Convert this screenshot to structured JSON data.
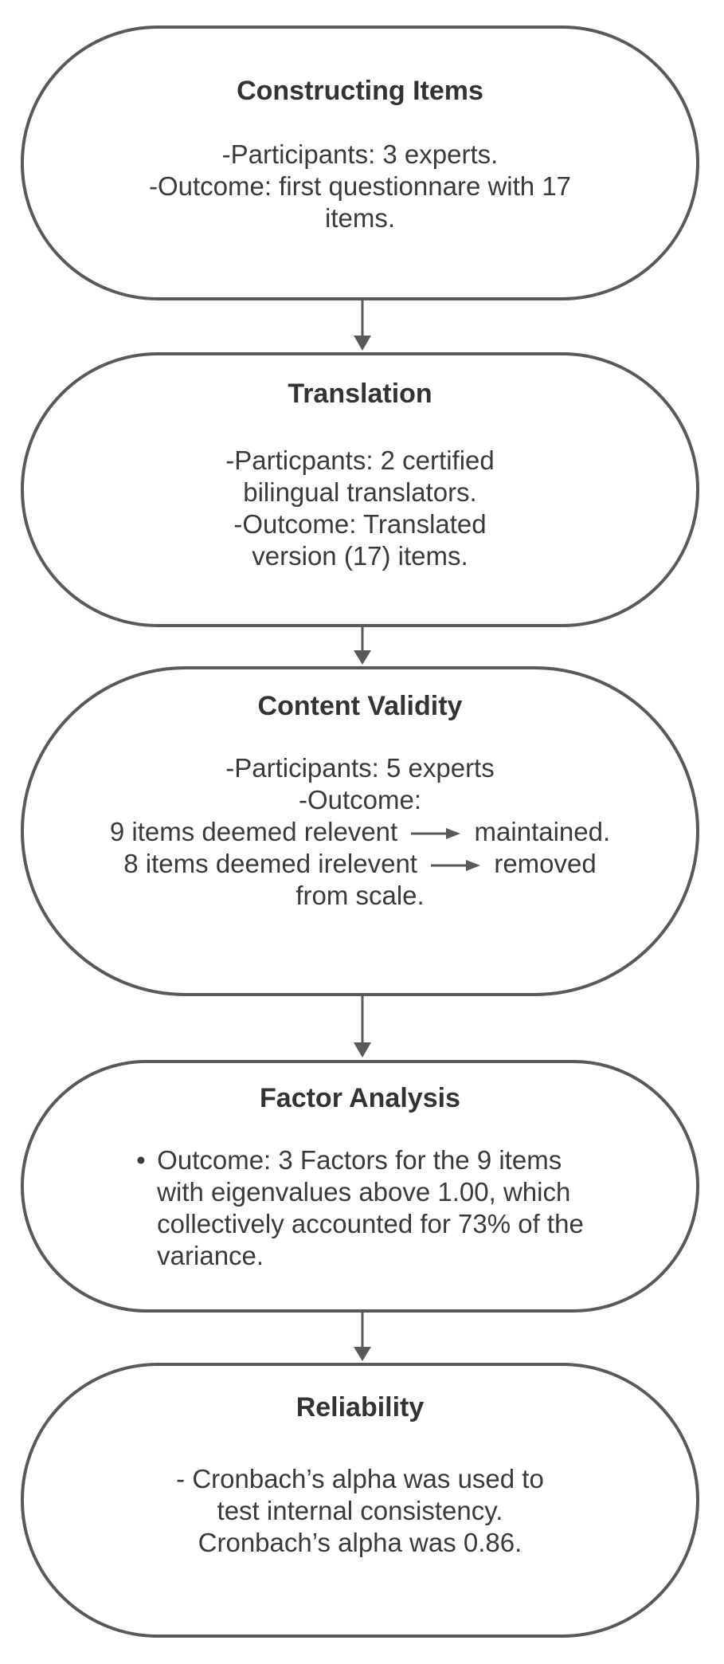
{
  "steps": [
    {
      "title": "Constructing Items",
      "lines": [
        "-Participants: 3 experts.",
        "-Outcome: first questionnare with 17",
        "items."
      ]
    },
    {
      "title": "Translation",
      "lines": [
        "-Particpants: 2 certified",
        "bilingual translators.",
        "-Outcome: Translated",
        "version (17) items."
      ]
    },
    {
      "title": "Content Validity",
      "lines": [
        "-Participants: 5 experts",
        "-Outcome:"
      ],
      "relevant_left": "9 items deemed relevent",
      "relevant_right": "maintained.",
      "irrelevant_left": "8 items deemed irelevent",
      "irrelevant_right": "removed",
      "tail": "from scale."
    },
    {
      "title": "Factor Analysis",
      "bullet_lines": [
        "Outcome: 3 Factors for the 9 items",
        "with eigenvalues above 1.00, which",
        "collectively accounted for 73% of the",
        "variance."
      ]
    },
    {
      "title": "Reliability",
      "lines": [
        "- Cronbach’s alpha was used to",
        "test internal consistency.",
        "Cronbach’s alpha was 0.86."
      ]
    }
  ],
  "colors": {
    "stroke": "#595959",
    "text": "#3a3a3a",
    "background": "#ffffff"
  }
}
